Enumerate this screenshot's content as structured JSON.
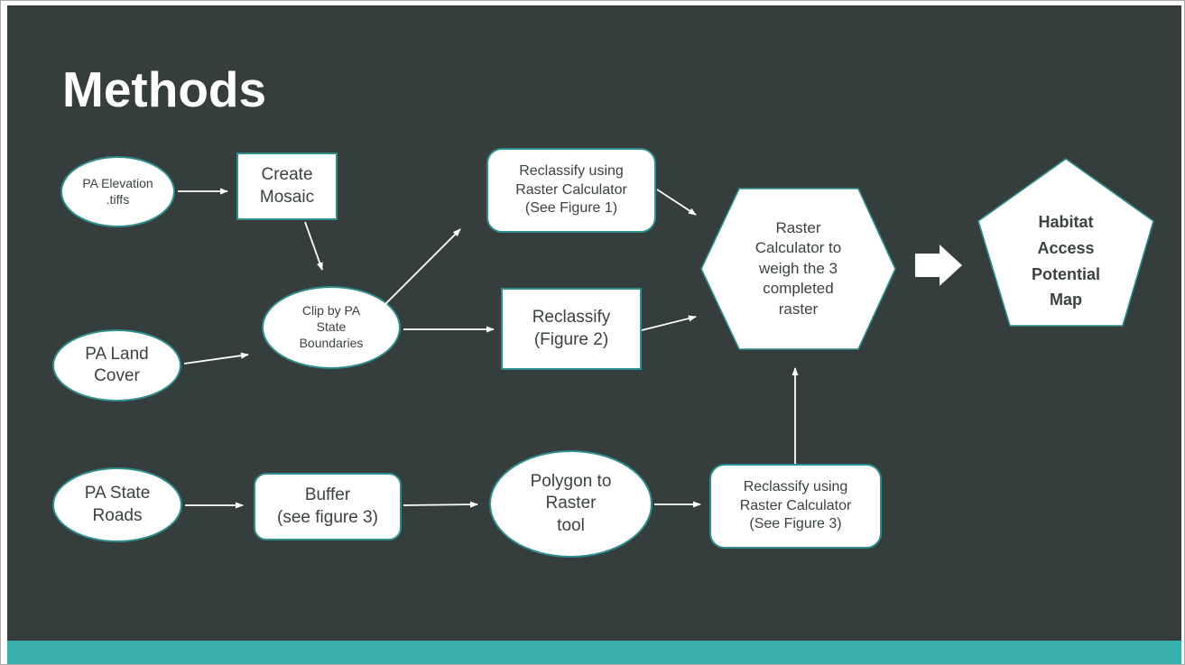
{
  "title": "Methods",
  "colors": {
    "slide_background": "#353e3d",
    "accent_bar": "#3ab0ae",
    "shape_fill": "#ffffff",
    "shape_border": "#2f8e8c",
    "shape_text": "#3b4242",
    "title_text": "#ffffff",
    "arrow": "#ffffff"
  },
  "nodes": {
    "pa_elevation": "PA Elevation\n.tiffs",
    "create_mosaic": "Create\nMosaic",
    "clip_by_pa": "Clip by PA\nState\nBoundaries",
    "reclassify_fig1": "Reclassify using\nRaster Calculator\n(See Figure 1)",
    "reclassify_fig2": "Reclassify\n(Figure 2)",
    "raster_calculator": "Raster\nCalculator to\nweigh the 3\ncompleted\nraster",
    "habitat_map": "Habitat\nAccess\nPotential\nMap",
    "pa_land_cover": "PA Land\nCover",
    "pa_state_roads": "PA State\nRoads",
    "buffer": "Buffer\n(see figure 3)",
    "polygon_to_raster": "Polygon to\nRaster\ntool",
    "reclassify_fig3": "Reclassify using\nRaster Calculator\n(See Figure 3)"
  },
  "edges": [
    {
      "from": "pa_elevation",
      "to": "create_mosaic"
    },
    {
      "from": "create_mosaic",
      "to": "clip_by_pa"
    },
    {
      "from": "clip_by_pa",
      "to": "reclassify_fig1"
    },
    {
      "from": "clip_by_pa",
      "to": "reclassify_fig2"
    },
    {
      "from": "reclassify_fig1",
      "to": "raster_calculator"
    },
    {
      "from": "reclassify_fig2",
      "to": "raster_calculator"
    },
    {
      "from": "pa_land_cover",
      "to": "clip_by_pa"
    },
    {
      "from": "pa_state_roads",
      "to": "buffer"
    },
    {
      "from": "buffer",
      "to": "polygon_to_raster"
    },
    {
      "from": "polygon_to_raster",
      "to": "reclassify_fig3"
    },
    {
      "from": "reclassify_fig3",
      "to": "raster_calculator"
    },
    {
      "from": "raster_calculator",
      "to": "habitat_map"
    }
  ]
}
